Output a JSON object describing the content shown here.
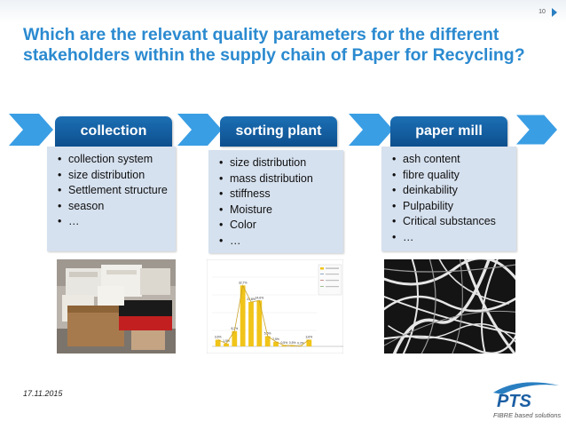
{
  "page_number": "10",
  "title": "Which are the relevant quality parameters for the different stakeholders within the supply chain of Paper for Recycling?",
  "columns": [
    {
      "header": "collection",
      "items": [
        "collection system",
        "size distribution",
        "Settlement structure",
        "season",
        "…"
      ]
    },
    {
      "header": "sorting plant",
      "items": [
        "size distribution",
        "mass distribution",
        "stiffness",
        "Moisture",
        "Color",
        "…"
      ]
    },
    {
      "header": "paper mill",
      "items": [
        "ash content",
        "fibre quality",
        "deinkability",
        "Pulpability",
        "Critical substances",
        "…"
      ]
    }
  ],
  "chart_data": {
    "type": "bar",
    "values": [
      3.6,
      1.5,
      8.2,
      32.7,
      23.8,
      24.6,
      5.5,
      2.5,
      0.5,
      0.5,
      0.2,
      3.6
    ],
    "data_labels": [
      "3,6%",
      "1,5%",
      "8,2%",
      "32,7%",
      "23,8%",
      "24,6%",
      "5,5%",
      "2,5%",
      "0,5%",
      "0,5%",
      "0,2%",
      "3,6%"
    ],
    "ylim": [
      0,
      40
    ],
    "colors": {
      "bars": "#f0c419",
      "line": "#c9a227"
    }
  },
  "date": "17.11.2015",
  "logo": {
    "name": "PTS",
    "tagline": "FIBRE based solutions"
  },
  "colors": {
    "title": "#2b8ad0",
    "header": "#0d4f8e",
    "box": "#d6e1ef",
    "chevron": "#3a9ee4"
  }
}
